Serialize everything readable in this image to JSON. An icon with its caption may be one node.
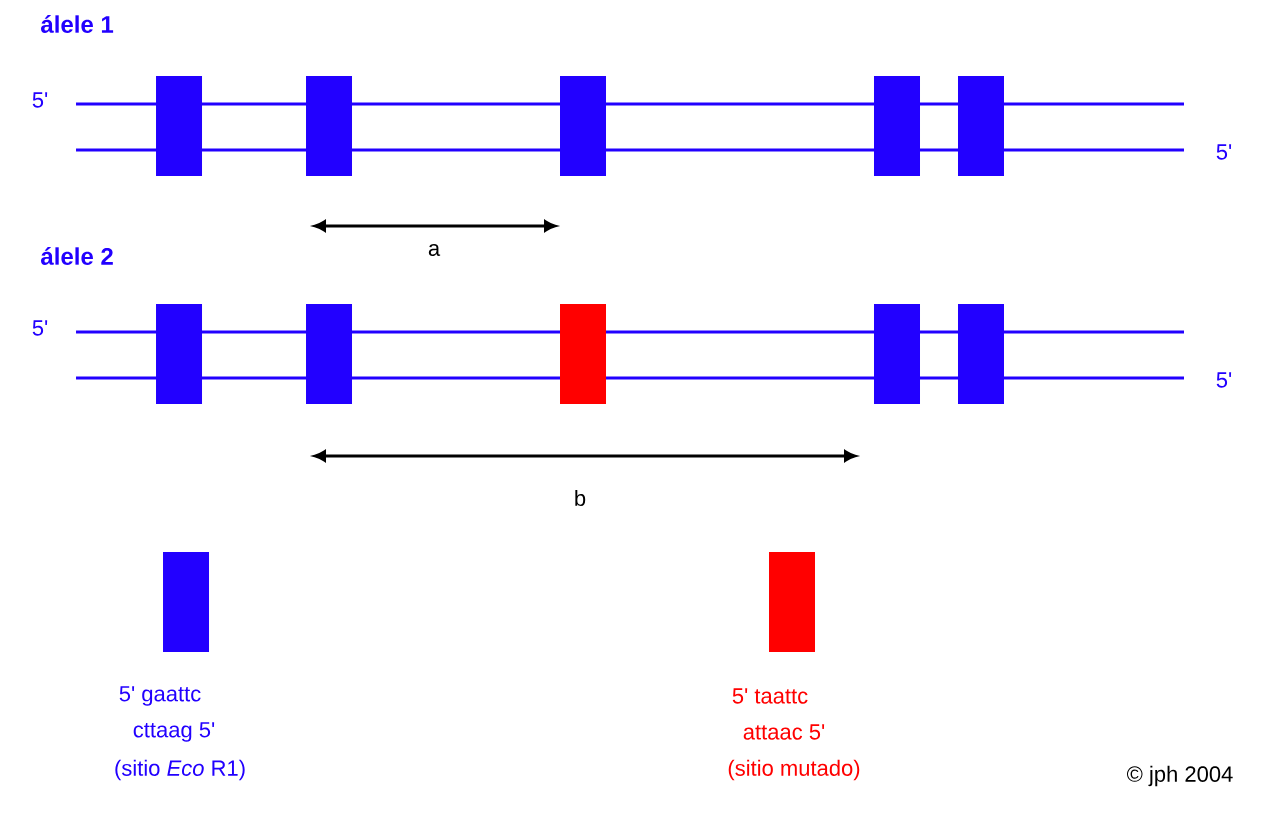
{
  "diagram": {
    "nodes": [
      {
        "text": [],
        "shape": "box",
        "beside": [
          "5' gaattc",
          "cttaag 5'",
          "(sitio *Eco* R1)"
        ]
      },
      {
        "text": [],
        "shape": "box",
        "beside": [
          "5' taattc",
          "attaac 5'",
          "(sitio mutado)"
        ]
      }
    ],
    "edges": [],
    "labels": [
      "álele 1",
      "5'",
      "5'",
      "a",
      "álele 2",
      "5'",
      "5'",
      "b",
      "© jph 2004"
    ]
  }
}
